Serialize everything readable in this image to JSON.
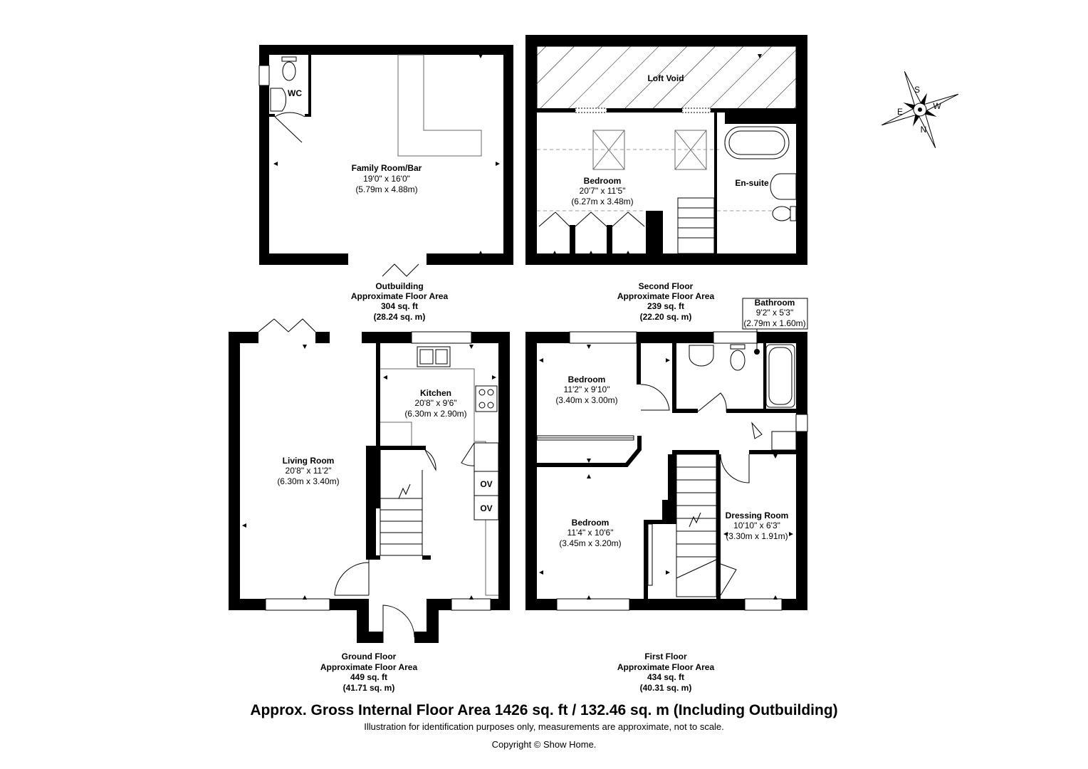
{
  "rooms": {
    "family_room": {
      "name": "Family Room/Bar",
      "dims_imperial": "19'0\" x 16'0\"",
      "dims_metric": "(5.79m x 4.88m)"
    },
    "wc": {
      "name": "WC"
    },
    "loft_void": {
      "name": "Loft Void"
    },
    "second_bedroom": {
      "name": "Bedroom",
      "dims_imperial": "20'7\" x 11'5\"",
      "dims_metric": "(6.27m x 3.48m)"
    },
    "en_suite": {
      "name": "En-suite"
    },
    "living_room": {
      "name": "Living Room",
      "dims_imperial": "20'8\" x 11'2\"",
      "dims_metric": "(6.30m x 3.40m)"
    },
    "kitchen": {
      "name": "Kitchen",
      "dims_imperial": "20'8\" x 9'6\"",
      "dims_metric": "(6.30m x 2.90m)"
    },
    "oven_1": {
      "name": "OV"
    },
    "oven_2": {
      "name": "OV"
    },
    "first_bedroom_1": {
      "name": "Bedroom",
      "dims_imperial": "11'2\" x 9'10\"",
      "dims_metric": "(3.40m x 3.00m)"
    },
    "first_bedroom_2": {
      "name": "Bedroom",
      "dims_imperial": "11'4\" x 10'6\"",
      "dims_metric": "(3.45m x 3.20m)"
    },
    "bathroom": {
      "name": "Bathroom",
      "dims_imperial": "9'2\" x 5'3\"",
      "dims_metric": "(2.79m x 1.60m)"
    },
    "dressing_room": {
      "name": "Dressing Room",
      "dims_imperial": "10'10\" x 6'3\"",
      "dims_metric": "(3.30m x 1.91m)"
    }
  },
  "floors": {
    "outbuilding": {
      "name": "Outbuilding",
      "label": "Approximate Floor Area",
      "sqft": "304 sq. ft",
      "sqm": "(28.24 sq. m)"
    },
    "second": {
      "name": "Second Floor",
      "label": "Approximate Floor Area",
      "sqft": "239 sq. ft",
      "sqm": "(22.20 sq. m)"
    },
    "ground": {
      "name": "Ground Floor",
      "label": "Approximate Floor Area",
      "sqft": "449 sq. ft",
      "sqm": "(41.71 sq. m)"
    },
    "first": {
      "name": "First Floor",
      "label": "Approximate Floor Area",
      "sqft": "434 sq. ft",
      "sqm": "(40.31 sq. m)"
    }
  },
  "compass": {
    "s": "S",
    "w": "W",
    "e": "E",
    "n": "N"
  },
  "footer": {
    "gross_area": "Approx. Gross Internal Floor Area 1426 sq. ft / 132.46 sq. m (Including Outbuilding)",
    "illustration_note": "Illustration for identification purposes only, measurements are approximate, not to scale.",
    "copyright": "Copyright © Show Home."
  },
  "colors": {
    "wall": "#000000",
    "background": "#ffffff",
    "fixture": "#666666"
  }
}
